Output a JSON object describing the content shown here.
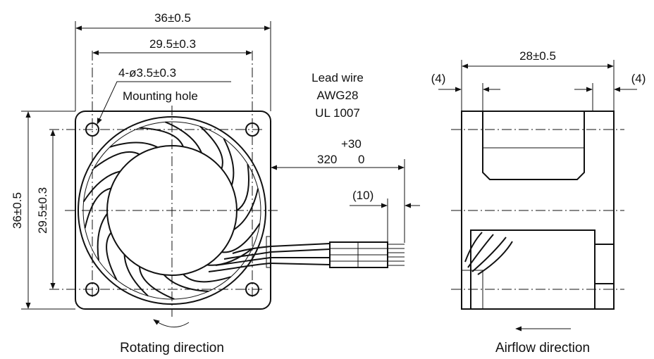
{
  "front_view": {
    "overall_width": "36±0.5",
    "hole_pitch_width": "29.5±0.3",
    "overall_height": "36±0.5",
    "hole_pitch_height": "29.5±0.3",
    "hole_spec": "4-ø3.5±0.3",
    "hole_label": "Mounting hole",
    "caption": "Rotating direction"
  },
  "lead_wire": {
    "title": "Lead wire",
    "gauge": "AWG28",
    "standard": "UL 1007",
    "length": "320",
    "tol_upper": "+30",
    "tol_lower": "0",
    "strip_length": "(10)"
  },
  "side_view": {
    "depth": "28±0.5",
    "left_offset": "(4)",
    "right_offset": "(4)",
    "caption": "Airflow direction"
  },
  "icons": [
    "rotation-arrow-icon",
    "airflow-arrow-icon",
    "dimension-arrow-icon"
  ],
  "colors": {
    "line": "#111111",
    "background": "#ffffff"
  }
}
